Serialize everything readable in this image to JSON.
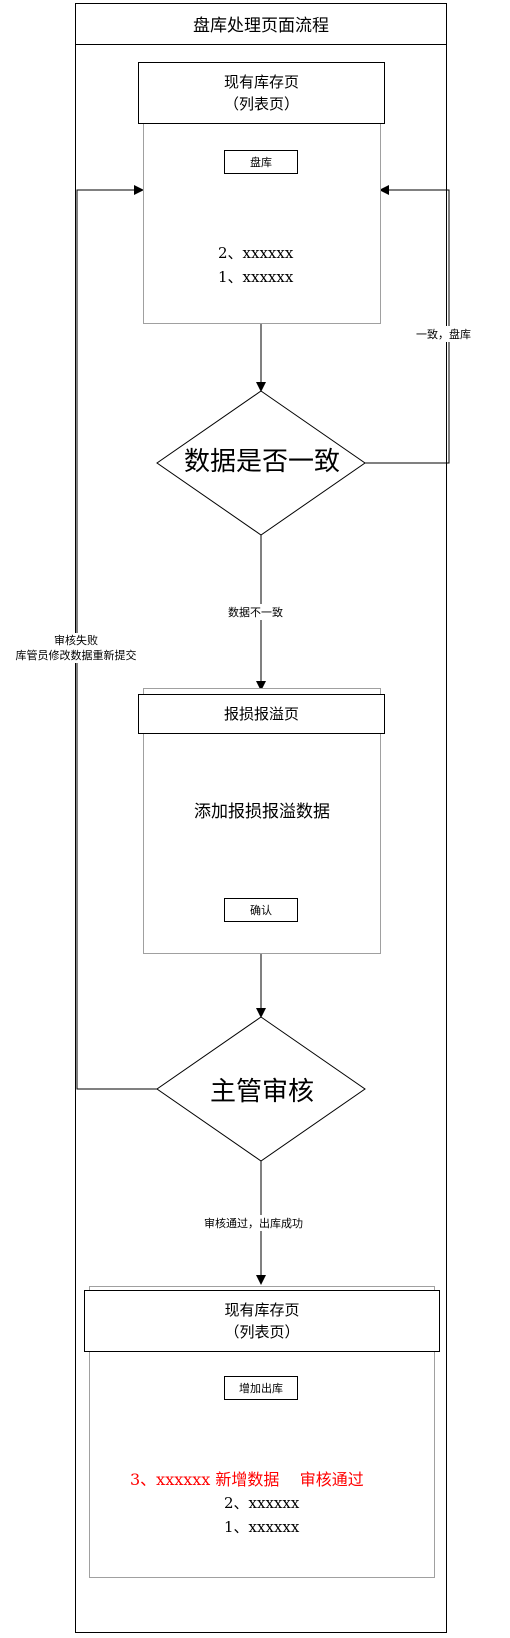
{
  "diagram": {
    "title": "盘库处理页面流程",
    "inventory_page": {
      "title_line1": "现有库存页",
      "title_line2": "（列表页）",
      "button_label": "盘库",
      "items": [
        "2、xxxxxx",
        "1、xxxxxx"
      ]
    },
    "decision_consistent": {
      "label": "数据是否一致"
    },
    "edge_consistent": {
      "label": "一致，盘库"
    },
    "edge_inconsistent": {
      "label": "数据不一致"
    },
    "damage_page": {
      "title": "报损报溢页",
      "content": "添加报损报溢数据",
      "button_label": "确认"
    },
    "decision_review": {
      "label": "主管审核"
    },
    "edge_review_fail": {
      "line1": "审核失败",
      "line2": "库管员修改数据重新提交"
    },
    "edge_review_pass": {
      "label": "审核通过，出库成功"
    },
    "result_page": {
      "title_line1": "现有库存页",
      "title_line2": "（列表页）",
      "button_label": "增加出库",
      "new_item": "3、xxxxxx 新增数据    审核通过",
      "new_item_color": "#ff0000",
      "items": [
        "2、xxxxxx",
        "1、xxxxxx"
      ]
    }
  }
}
